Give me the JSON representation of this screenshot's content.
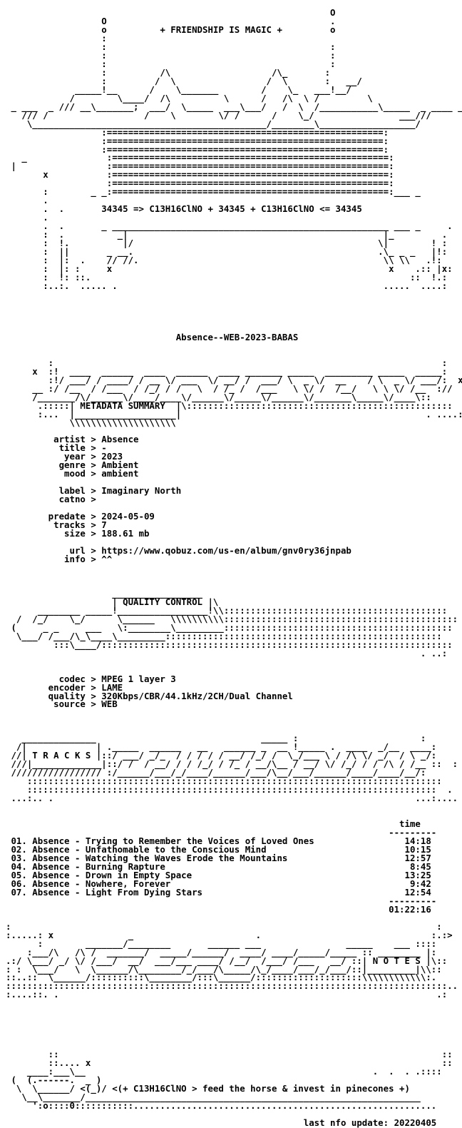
{
  "nfo_lines": [
    "                                                             O",
    "                  O                                          .",
    "                  o          + FRIENDSHIP IS MAGIC +         o",
    "                  :                                          ",
    "                  :                                          :",
    "                  :                                          :",
    "                  :                                          :",
    "                  :          /\\                   /\\_       :",
    "                  :         /  \\                 /  \\       :   __/",
    "             _____!__      /    \\_______        /    \\_   ___!__/  ",
    "            /        \\____/  /\\          \\      /   /\\  \\ /         \\",
    " _ ___  _ /// __\\_______;  ___/  \\_____  ___\\___/   /  \\  /___________\\_____  _ ____ _",
    "   /// /                  /    \\        \\/ /      /    \\_/                ___///",
    "    \\____________________________________________/________\\__________________/",
    "                  :====================================================:",
    "                  :====================================================:",
    "                  :====================================================:",
    "   _               :====================================================:",
    " |                 :====================================================:",
    "       x           :====================================================:              .",
    "                   :====================================================:",
    "       :        _ _:====================================================:___ _          x",
    "       .",
    "       .  .       34345 => C13H16ClNO + 34345 + C13H16ClNO <= 34345                    .",
    "       .",
    "       .  .       _ ____________________________________________________ ___ _     .  .",
    "       :  .          _|                                                |_         .   :",
    "       :  !.          |/                                              \\|        ! :",
    "       :  ||       _ __.                                              .\\_ _ _   |!:",
    "       :  |:  .    // //.                                              \\\\ \\\\   .!:",
    "       :  |: :     x                                                    x    .:: |x:",
    "       :  !: ::.                                                            ::  !.:",
    "       :..:.  ..... .                                                  .....  ....:",
    "",
    "",
    "",
    "",
    "",
    "                                Absence--WEB-2023-BABAS",
    "",
    "",
    "        :                                                                         :",
    "     x  :!  ____  ______  ____  ______  ____ _______ _____  _________ _____  _____:",
    "        :!/ ___/ / ____/ / __ \\/ ___  \\/ __/ /  ___/ \\  _ \\/  __    / \\  _ \\/ ___/:  x",
    "     __ :/ /__  / /___  / /_/ / /   \\  / /_ /  /___   \\ \\/ /  /__/   \\ \\ \\/ /__  ://",
    "     /_______/\\/______\\/____/____\\/______\\/_____\\/______\\/_______\\_____\\/____\\::",
    "      .:::::| METADATA SUMMARY  |\\::::::::::::::::::::::::::::::::::::::::::::::::::",
    "      :...  |___________________|                                              . ....:",
    "            \\\\\\\\\\\\\\\\\\\\\\\\\\\\\\\\\\\\\\\\",
    "",
    "         artist > Absence",
    "          title > -",
    "           year > 2023",
    "          genre > Ambient",
    "           mood > ambient",
    "",
    "          label > Imaginary North",
    "          catno >",
    "",
    "        predate > 2024-05-09",
    "         tracks > 7",
    "           size > 188.61 mb",
    "",
    "            url > https://www.qobuz.com/us-en/album/gnv0ry36jnpab",
    "           info > ^^",
    "",
    "",
    "",
    "                    _________________",
    "                    | QUALITY CONTROL |\\",
    "      ________ _____!_________________!\\\\::::::::::::::::::::::::::::::::::::::::::",
    "  /  /_/    \\_/      \\______   \\\\\\\\\\\\\\\\\\\\::::::::::::::::::::::::::::::::::::::::::::",
    " (     _ _     ___   \\:________\\_________:::::::::::::::::::::::::::::::::::::::::::  .",
    "  \\___/ /___/\\_\\____\\_________::::::::::::::::::::::::::::::::::::::::::::::::::::",
    "         :::\\____/::::::::::::::::::::::::::::::::::::::::::::::::::::::::::::::::::",
    "                                                                              . ..:",
    "",
    "",
    "          codec > MPEG 1 layer 3",
    "        encoder > LAME",
    "        quality > 320Kbps/CBR/44.1kHz/2CH/Dual Channel",
    "         source > WEB",
    "",
    "",
    "",
    "   ______________                               _____ :                       :",
    "  /|             | ._____  ______   __   ______ _  __ !_____ .  ____  _/__  ____:",
    " //| T R A C K S |::/ ___/ _/_  / / / / / __/ /_/ /  \\_/___ \\ / /\\ \\/ _/  / \\ _/:",
    " ///|_____________|::/ /  / __/ / / /_/ / /_ / __/\\__ / __/ \\/ /_/ / / /\\ / /__ ::  :",
    " ///////////////// :/______/___/_/____/______/___/\\__/___/______/____/____/__/:",
    "    ::::::::::::::::::::::::::::::::::::::::::::::::::::::::::::::::::::::::::::::",
    "    :::::::::::::::::::::::::::::::::::::::::::::::::::::::::::::::::::::::::::::  .",
    " ...:.. .                                                                    ...:....",
    "",
    "",
    "                                                                          time",
    "                                                                        ---------",
    " 01. Absence - Trying to Remember the Voices of Loved Ones                 14:18",
    " 02. Absence - Unfathomable to the Conscious Mind                          10:15",
    " 03. Absence - Watching the Waves Erode the Mountains                      12:57",
    " 04. Absence - Burning Rapture                                              8:45",
    " 05. Absence - Drown in Empty Space                                        13:25",
    " 06. Absence - Nowhere, Forever                                             9:42",
    " 07. Absence - Light From Dying Stars                                      12:54",
    "                                                                        ---------",
    "                                                                        01:22:16",
    "",
    ":                                                                                :",
    ":.....: x              _                       .                                :.:>",
    "      :        _______/________       ______ ___                _____    ___ ::::",
    "    :___/\\   /\\ /  _______/  _____/______/  ____/ ____/_____/_____ :: ________ |:",
    ".:/ \\___/ _/ \\/ /___/  __/  ___/___ ____/ /__/  /___/ /___   __/ ::| N O T E S |\\::",
    ": :  \\___/   \\  \\______/\\________/_/___/\\_____/\\_/____/___/_/___/::|_________|\\\\::",
    "::..::  \\______/::::::::::\\________/:::\\______/::::::::::::::::::::\\\\\\\\\\\\\\\\\\\\\\\\:.",
    ":::::::::::::::::::::::::::::::::::::::::::::::::::::::::::::::::::::::::::::::::::..",
    ":....::. .                                                                       .:",
    "",
    "",
    "",
    "",
    "",
    "",
    "        ::                                                                        ::",
    "        ::.... x                                                                  ::",
    "    ____:___\\__                                                      .  .  . .::::",
    " (  (.------.  _ )",
    "  \\  \\______/ <(_)/ <(+ C13H16ClNO > feed the horse & invest in pinecones +)",
    "   \\__\\_______/_______________________________________________________________",
    "     ':o::::0:::::::::::.........................................................",
    "",
    "                                                        last nfo update: 20220405"
  ]
}
